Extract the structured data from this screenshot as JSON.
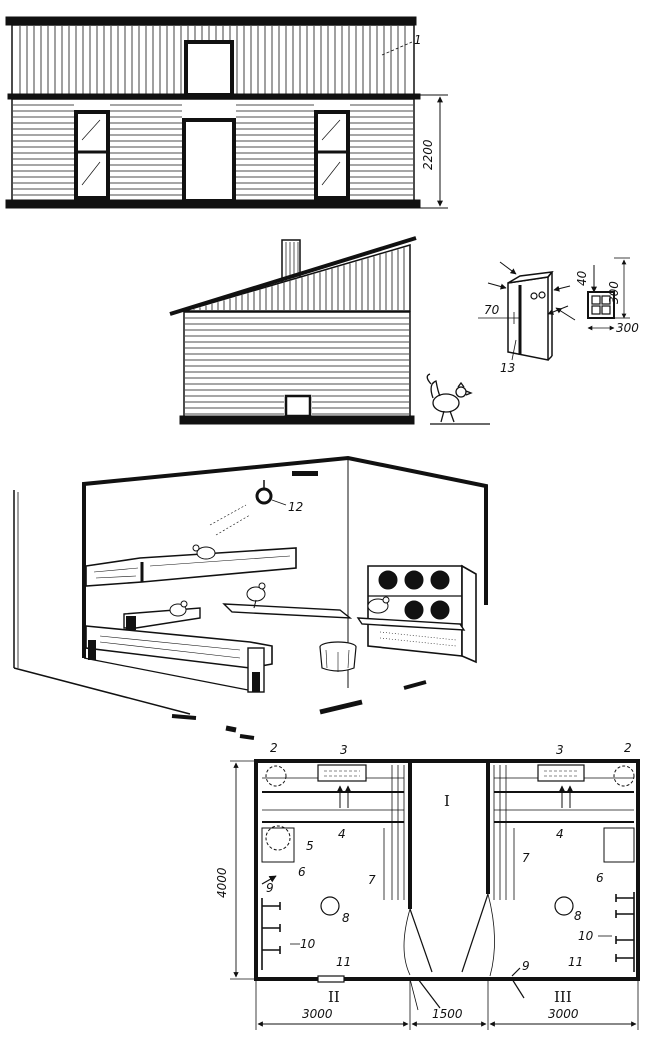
{
  "elevation": {
    "callout": "1",
    "height_dim": "2200"
  },
  "side_view": {
    "detail_callout": "13",
    "dims": {
      "a": "70",
      "b": "40",
      "c": "300",
      "d": "300"
    }
  },
  "interior": {
    "lamp_callout": "12"
  },
  "plan": {
    "rooms": {
      "center": "I",
      "left": "II",
      "right": "III"
    },
    "height_dim": "4000",
    "widths": [
      "3000",
      "1500",
      "3000"
    ],
    "left_callouts": {
      "2": "2",
      "3": "3",
      "4": "4",
      "5": "5",
      "6": "6",
      "7": "7",
      "8": "8",
      "9": "9",
      "10": "10",
      "11": "11"
    },
    "right_callouts": {
      "2": "2",
      "3": "3",
      "4": "4",
      "6": "6",
      "7": "7",
      "8": "8",
      "9": "9",
      "10": "10",
      "11": "11"
    }
  }
}
